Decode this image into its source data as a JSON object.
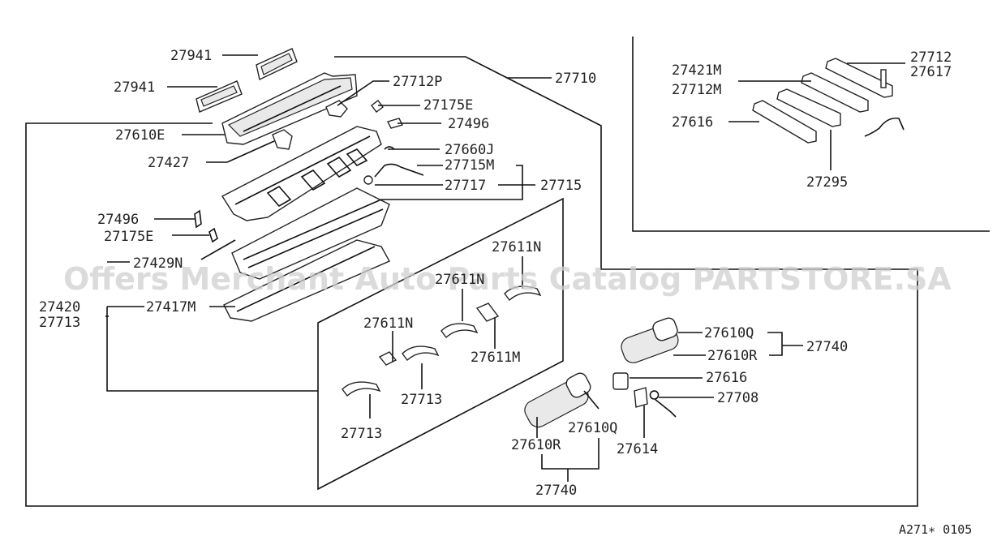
{
  "watermark": "Offers Merchant Auto Parts Catalog PARTSTORE.SA",
  "diagram_code": "A271∗ 0105",
  "labels": {
    "p27941_top": "27941",
    "p27941_mid": "27941",
    "p27610E": "27610E",
    "p27427": "27427",
    "p27712P": "27712P",
    "p27710": "27710",
    "p27175E_a": "27175E",
    "p27496_a": "27496",
    "p27660J": "27660J",
    "p27715M": "27715M",
    "p27717": "27717",
    "p27715": "27715",
    "p27496_b": "27496",
    "p27175E_b": "27175E",
    "p27429N": "27429N",
    "p27420": "27420",
    "p27713_a": "27713",
    "p27417M": "27417M",
    "p27611N_a": "27611N",
    "p27611N_b": "27611N",
    "p27611N_c": "27611N",
    "p27611M": "27611M",
    "p27713_b": "27713",
    "p27713_c": "27713",
    "p27421M": "27421M",
    "p27712M": "27712M",
    "p27712_r": "27712",
    "p27617": "27617",
    "p27616_r": "27616",
    "p27295": "27295",
    "p27610Q_a": "27610Q",
    "p27610R_a": "27610R",
    "p27740_a": "27740",
    "p27616_m": "27616",
    "p27708": "27708",
    "p27614": "27614",
    "p27610Q_b": "27610Q",
    "p27610R_b": "27610R",
    "p27740_b": "27740"
  }
}
